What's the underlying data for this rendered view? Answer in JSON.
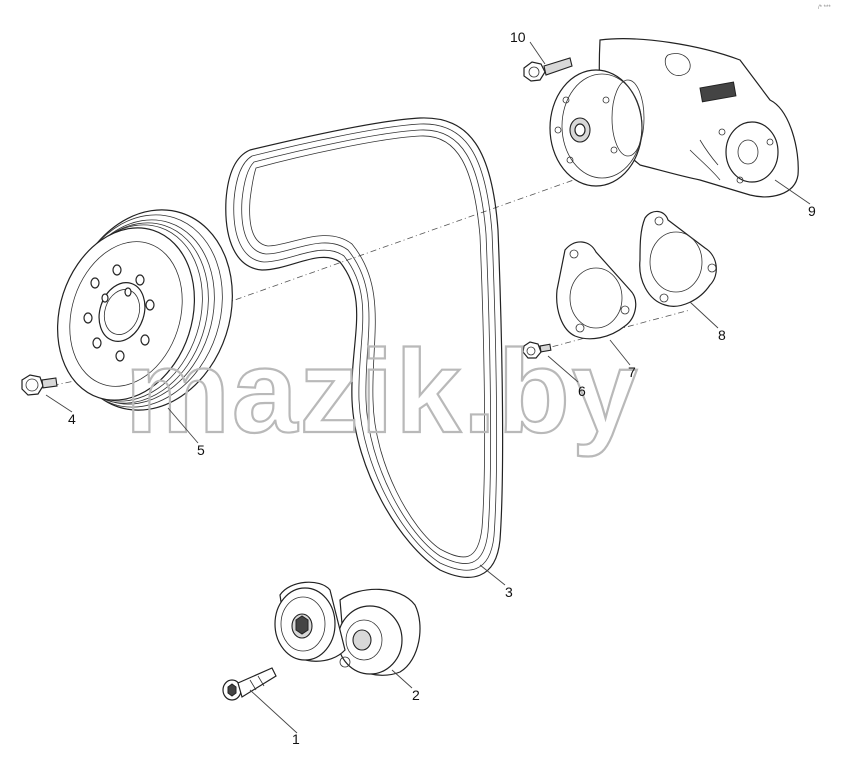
{
  "watermark": {
    "text": "mazik.by"
  },
  "corner_stamp": {
    "text": "/* ***"
  },
  "callouts": [
    {
      "id": "1",
      "label": "1"
    },
    {
      "id": "2",
      "label": "2"
    },
    {
      "id": "3",
      "label": "3"
    },
    {
      "id": "4",
      "label": "4"
    },
    {
      "id": "5",
      "label": "5"
    },
    {
      "id": "6",
      "label": "6"
    },
    {
      "id": "7",
      "label": "7"
    },
    {
      "id": "8",
      "label": "8"
    },
    {
      "id": "9",
      "label": "9"
    },
    {
      "id": "10",
      "label": "10"
    }
  ]
}
